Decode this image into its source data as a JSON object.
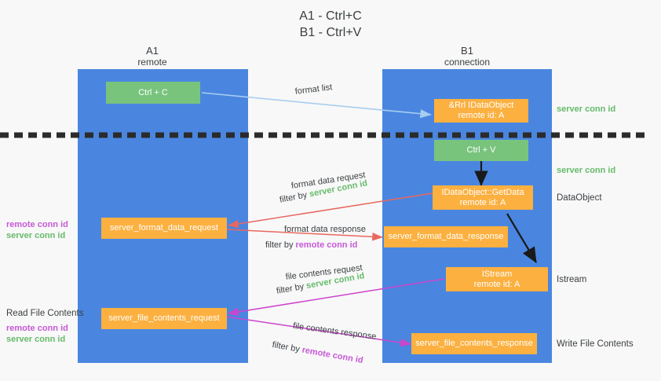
{
  "title": "A1 - Ctrl+C\nB1 - Ctrl+V",
  "colors": {
    "background": "#f8f8f8",
    "column": "#4a86e0",
    "node_green": "#79c47d",
    "node_orange": "#fbb040",
    "server_conn_id": "#66bb6a",
    "remote_conn_id": "#c659d6",
    "arrow_blue": "#a8cdf0",
    "arrow_red": "#e8685f",
    "arrow_magenta": "#cc44cc",
    "arrow_black": "#1a1a1a",
    "divider": "#2b2b2b"
  },
  "columns": [
    {
      "name": "A1",
      "sub": "remote"
    },
    {
      "name": "B1",
      "sub": "connection"
    }
  ],
  "nodes": {
    "ctrl_c": {
      "label": "Ctrl + C",
      "kind": "green"
    },
    "ole_idataobject": {
      "line1": "&Rrl IDataObject",
      "line2": "remote id: A",
      "kind": "orange"
    },
    "ctrl_v": {
      "label": "Ctrl + V",
      "kind": "green"
    },
    "getdata": {
      "line1": "IDataObject::GetData",
      "line2": "remote id: A",
      "kind": "orange"
    },
    "format_data_request": {
      "label": "server_format_data_request",
      "kind": "orange"
    },
    "format_data_response": {
      "label": "server_format_data_response",
      "kind": "orange"
    },
    "istream": {
      "line1": "IStream",
      "line2": "remote id: A",
      "kind": "orange"
    },
    "file_contents_request": {
      "label": "server_file_contents_request",
      "kind": "orange"
    },
    "file_contents_response": {
      "label": "server_file_contents_response",
      "kind": "orange"
    }
  },
  "edges": {
    "format_list": {
      "label": "format list"
    },
    "format_data_request": {
      "line1": "format data request",
      "filter_prefix": "filter by ",
      "filter_value": "server conn id"
    },
    "format_data_response": {
      "line1": "format data response",
      "filter_prefix": "filter by ",
      "filter_value": "remote conn id"
    },
    "file_contents_request": {
      "line1": "file contents request",
      "filter_prefix": "filter by ",
      "filter_value": "server conn id"
    },
    "file_contents_response": {
      "line1": "file contents response",
      "filter_prefix": "filter by ",
      "filter_value": "remote conn id"
    }
  },
  "right_labels": {
    "server_conn_id_top": "server conn id",
    "server_conn_id_mid": "server conn id",
    "dataobject": "DataObject",
    "istream": "Istream",
    "write_file_contents": "Write File Contents"
  },
  "left_labels": {
    "remote_conn_id_1": "remote conn id",
    "server_conn_id_1": "server conn id",
    "read_file_contents": "Read File Contents",
    "remote_conn_id_2": "remote conn id",
    "server_conn_id_2": "server conn id"
  }
}
